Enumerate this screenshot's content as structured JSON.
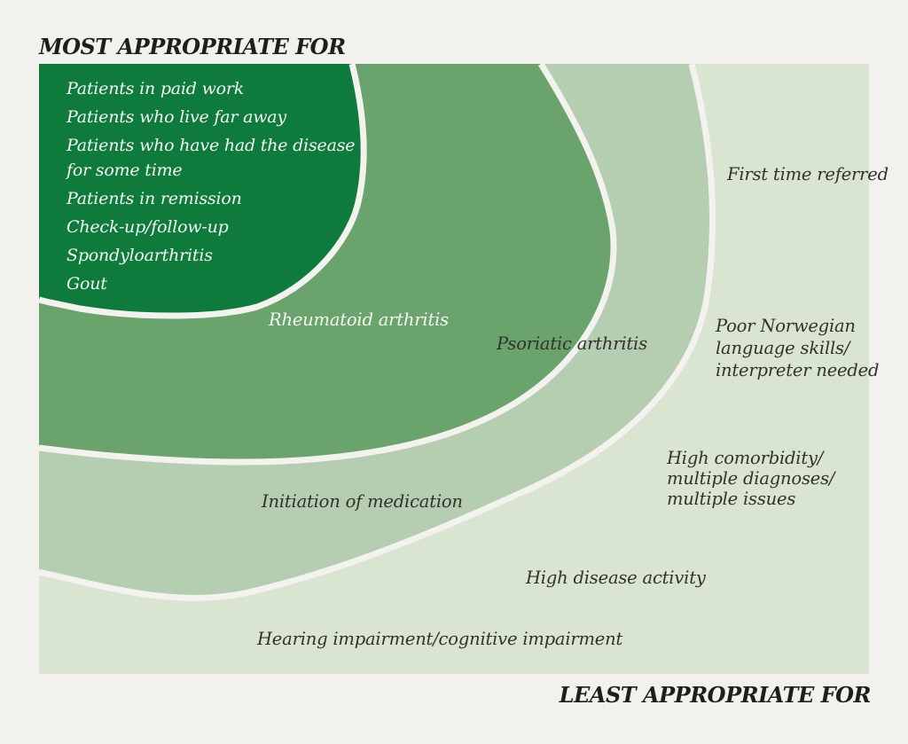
{
  "titles": {
    "most": "MOST APPROPRIATE FOR",
    "least": "LEAST APPROPRIATE FOR"
  },
  "colors": {
    "background": "#f2f1ed",
    "divider": "#f3f2ef",
    "ring1": "#0e7a3c",
    "ring2": "#6aa46c",
    "ring3": "#b5cdb0",
    "ring4": "#d9e4d1",
    "light_text": "#f4f7f1",
    "dark_text": "#31322c",
    "title_text": "#1e1f1b"
  },
  "rings": [
    {
      "level": 1,
      "appropriateness": "most appropriate",
      "items": [
        "Patients in paid work",
        "Patients who live far away",
        "Patients who have had the disease\nfor some time",
        "Patients in remission",
        "Check-up/follow-up",
        "Spondyloarthritis",
        "Gout"
      ]
    },
    {
      "level": 2,
      "items": [
        "Rheumatoid arthritis"
      ]
    },
    {
      "level": 3,
      "items": [
        "Psoriatic arthritis",
        "Initiation of medication"
      ]
    },
    {
      "level": 4,
      "appropriateness": "least appropriate",
      "items": [
        "First time referred",
        "Poor Norwegian\nlanguage skills/\ninterpreter needed",
        "High comorbidity/\nmultiple diagnoses/\nmultiple issues",
        "High disease activity",
        "Hearing impairment/cognitive impairment"
      ]
    }
  ]
}
